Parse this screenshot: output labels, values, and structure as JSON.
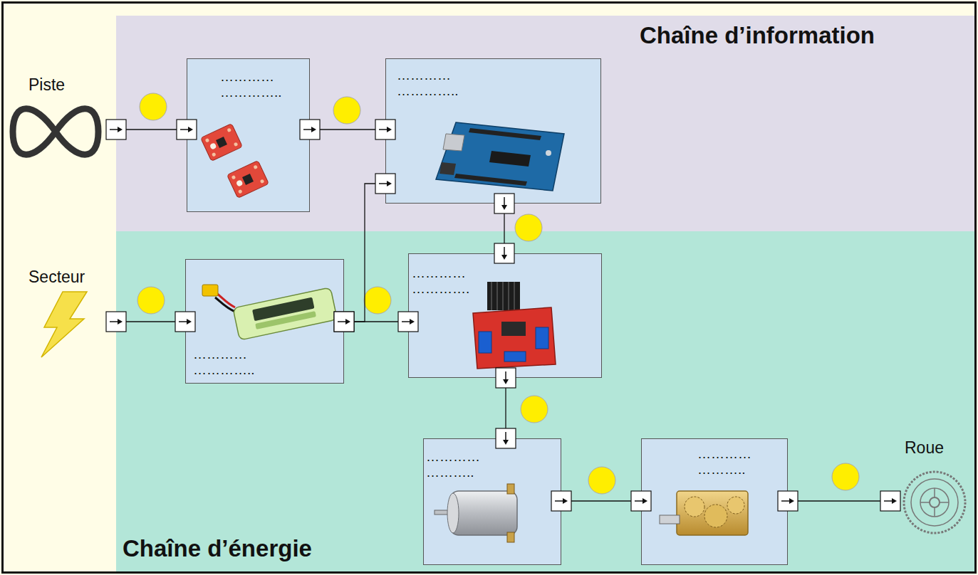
{
  "diagram": {
    "nodes": [
      {
        "text": [
          "Piste"
        ]
      },
      {
        "text": [
          "Chaîne d’information"
        ]
      },
      {
        "text": [
          "………… ………….."
        ],
        "in": 1
      },
      {
        "text": [
          "………… ………….."
        ],
        "in": 1
      },
      {
        "text": [
          "Secteur"
        ]
      },
      {
        "text": [
          "Chaîne d’énergie"
        ]
      },
      {
        "text": [
          "………… ………….."
        ],
        "in": 5
      },
      {
        "text": [
          "………… …………."
        ],
        "in": 5
      },
      {
        "text": [
          "………… ……….."
        ],
        "in": 5
      },
      {
        "text": [
          "………… ……….."
        ],
        "in": 5
      },
      {
        "text": [
          "Roue"
        ]
      }
    ],
    "edges": [
      {
        "from": 0,
        "to": 2,
        "arrow": "to"
      },
      {
        "from": 2,
        "to": 3,
        "arrow": "to"
      },
      {
        "from": 6,
        "to": 3,
        "arrow": "to"
      },
      {
        "from": 3,
        "to": 7,
        "arrow": "to"
      },
      {
        "from": 4,
        "to": 6,
        "arrow": "to"
      },
      {
        "from": 6,
        "to": 7,
        "arrow": "to"
      },
      {
        "from": 7,
        "to": 8,
        "arrow": "to"
      },
      {
        "from": 8,
        "to": 9,
        "arrow": "to"
      },
      {
        "from": 9,
        "to": 10,
        "arrow": "to"
      }
    ]
  }
}
